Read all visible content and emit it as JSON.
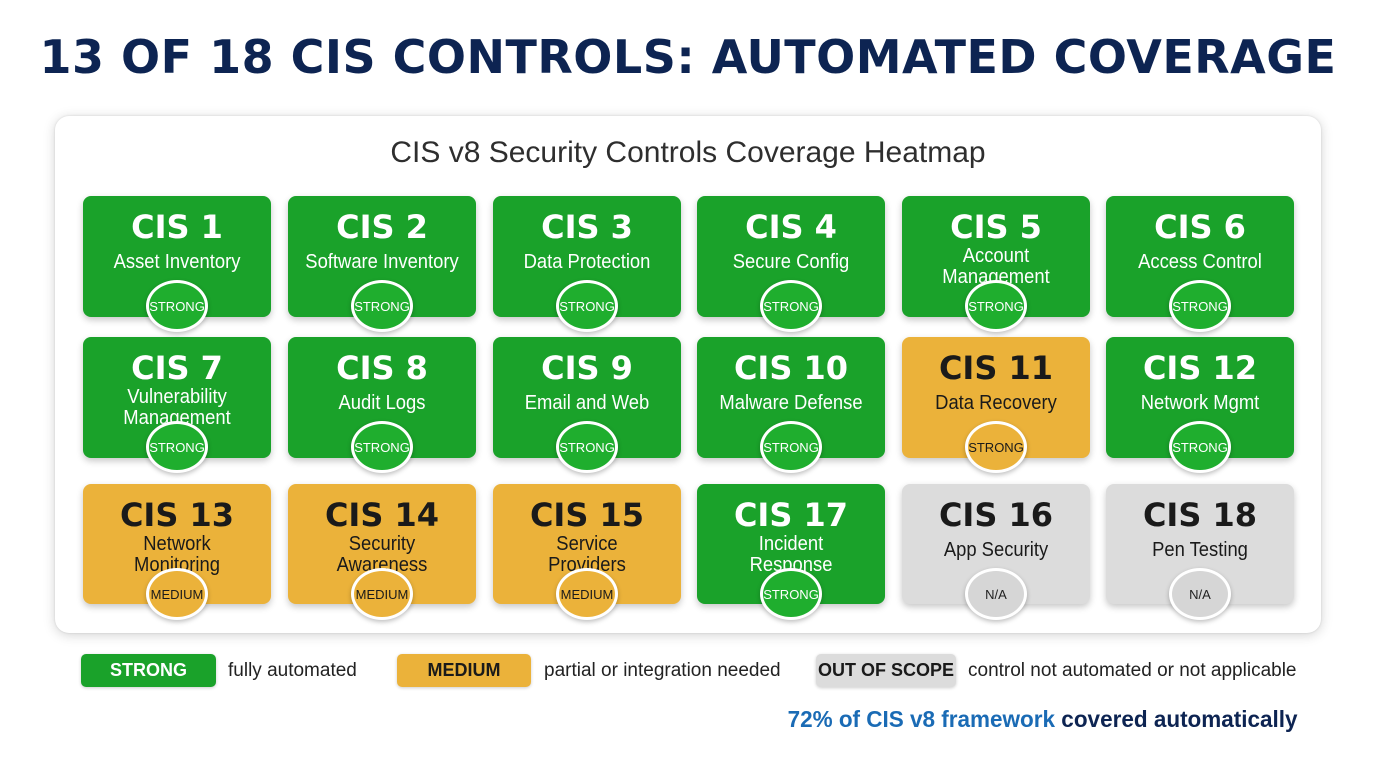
{
  "headline": "13 OF 18 CIS CONTROLS: AUTOMATED COVERAGE",
  "panel_title": "CIS v8 Security Controls Coverage Heatmap",
  "colors": {
    "strong": "#1aa22a",
    "medium": "#ebb23a",
    "out_of_scope": "#dcdcdc",
    "navy": "#0d2452",
    "accent_blue": "#1a6bb5"
  },
  "controls": [
    {
      "id": "CIS 1",
      "name": "Asset Inventory",
      "level": "strong",
      "badge": "STRONG"
    },
    {
      "id": "CIS 2",
      "name": "Software Inventory",
      "level": "strong",
      "badge": "STRONG"
    },
    {
      "id": "CIS 3",
      "name": "Data Protection",
      "level": "strong",
      "badge": "STRONG"
    },
    {
      "id": "CIS 4",
      "name": "Secure Config",
      "level": "strong",
      "badge": "STRONG"
    },
    {
      "id": "CIS 5",
      "name": "Account Management",
      "level": "strong",
      "badge": "STRONG"
    },
    {
      "id": "CIS 6",
      "name": "Access Control",
      "level": "strong",
      "badge": "STRONG"
    },
    {
      "id": "CIS 7",
      "name": "Vulnerability Management",
      "level": "strong",
      "badge": "STRONG"
    },
    {
      "id": "CIS 8",
      "name": "Audit Logs",
      "level": "strong",
      "badge": "STRONG"
    },
    {
      "id": "CIS 9",
      "name": "Email and Web",
      "level": "strong",
      "badge": "STRONG"
    },
    {
      "id": "CIS 10",
      "name": "Malware Defense",
      "level": "strong",
      "badge": "STRONG"
    },
    {
      "id": "CIS 11",
      "name": "Data Recovery",
      "level": "medium",
      "badge": "STRONG"
    },
    {
      "id": "CIS 12",
      "name": "Network Mgmt",
      "level": "strong",
      "badge": "STRONG"
    },
    {
      "id": "CIS 13",
      "name": "Network Monitoring",
      "level": "medium",
      "badge": "MEDIUM"
    },
    {
      "id": "CIS 14",
      "name": "Security Awareness",
      "level": "medium",
      "badge": "MEDIUM"
    },
    {
      "id": "CIS 15",
      "name": "Service Providers",
      "level": "medium",
      "badge": "MEDIUM"
    },
    {
      "id": "CIS 17",
      "name": "Incident Response",
      "level": "strong",
      "badge": "STRONG"
    },
    {
      "id": "CIS 16",
      "name": "App Security",
      "level": "na",
      "badge": "N/A"
    },
    {
      "id": "CIS 18",
      "name": "Pen Testing",
      "level": "na",
      "badge": "N/A"
    }
  ],
  "legend": {
    "strong_label": "STRONG",
    "strong_desc": "fully automated",
    "medium_label": "MEDIUM",
    "medium_desc": "partial or integration needed",
    "oos_label": "OUT OF SCOPE",
    "oos_desc": "control not automated or not applicable"
  },
  "summary": {
    "accent": "72% of CIS v8 framework",
    "rest": " covered automatically"
  }
}
